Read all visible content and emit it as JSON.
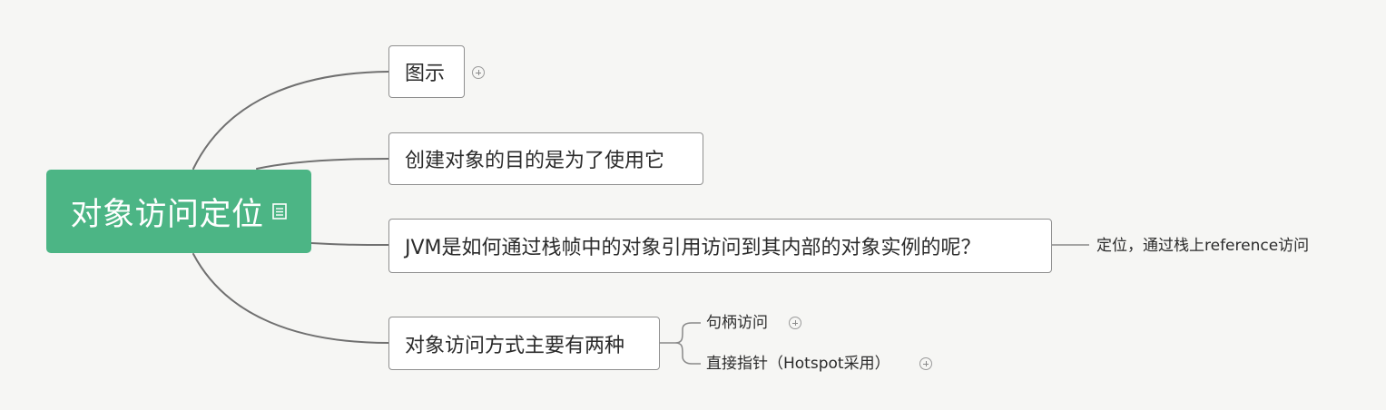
{
  "mindmap": {
    "root": {
      "label": "对象访问定位",
      "icon": "note-icon",
      "color": "#4cb585"
    },
    "branches": [
      {
        "label": "图示",
        "collapsed": true
      },
      {
        "label": "创建对象的目的是为了使用它"
      },
      {
        "label": "JVM是如何通过栈帧中的对象引用访问到其内部的对象实例的呢？",
        "children": [
          {
            "label": "定位，通过栈上reference访问"
          }
        ]
      },
      {
        "label": "对象访问方式主要有两种",
        "children": [
          {
            "label": "句柄访问",
            "collapsed": true
          },
          {
            "label": "直接指针（Hotspot采用）",
            "collapsed": true
          }
        ]
      }
    ]
  },
  "colors": {
    "background": "#f6f6f4",
    "connector": "#707070",
    "node_border": "#8f8f8f"
  }
}
